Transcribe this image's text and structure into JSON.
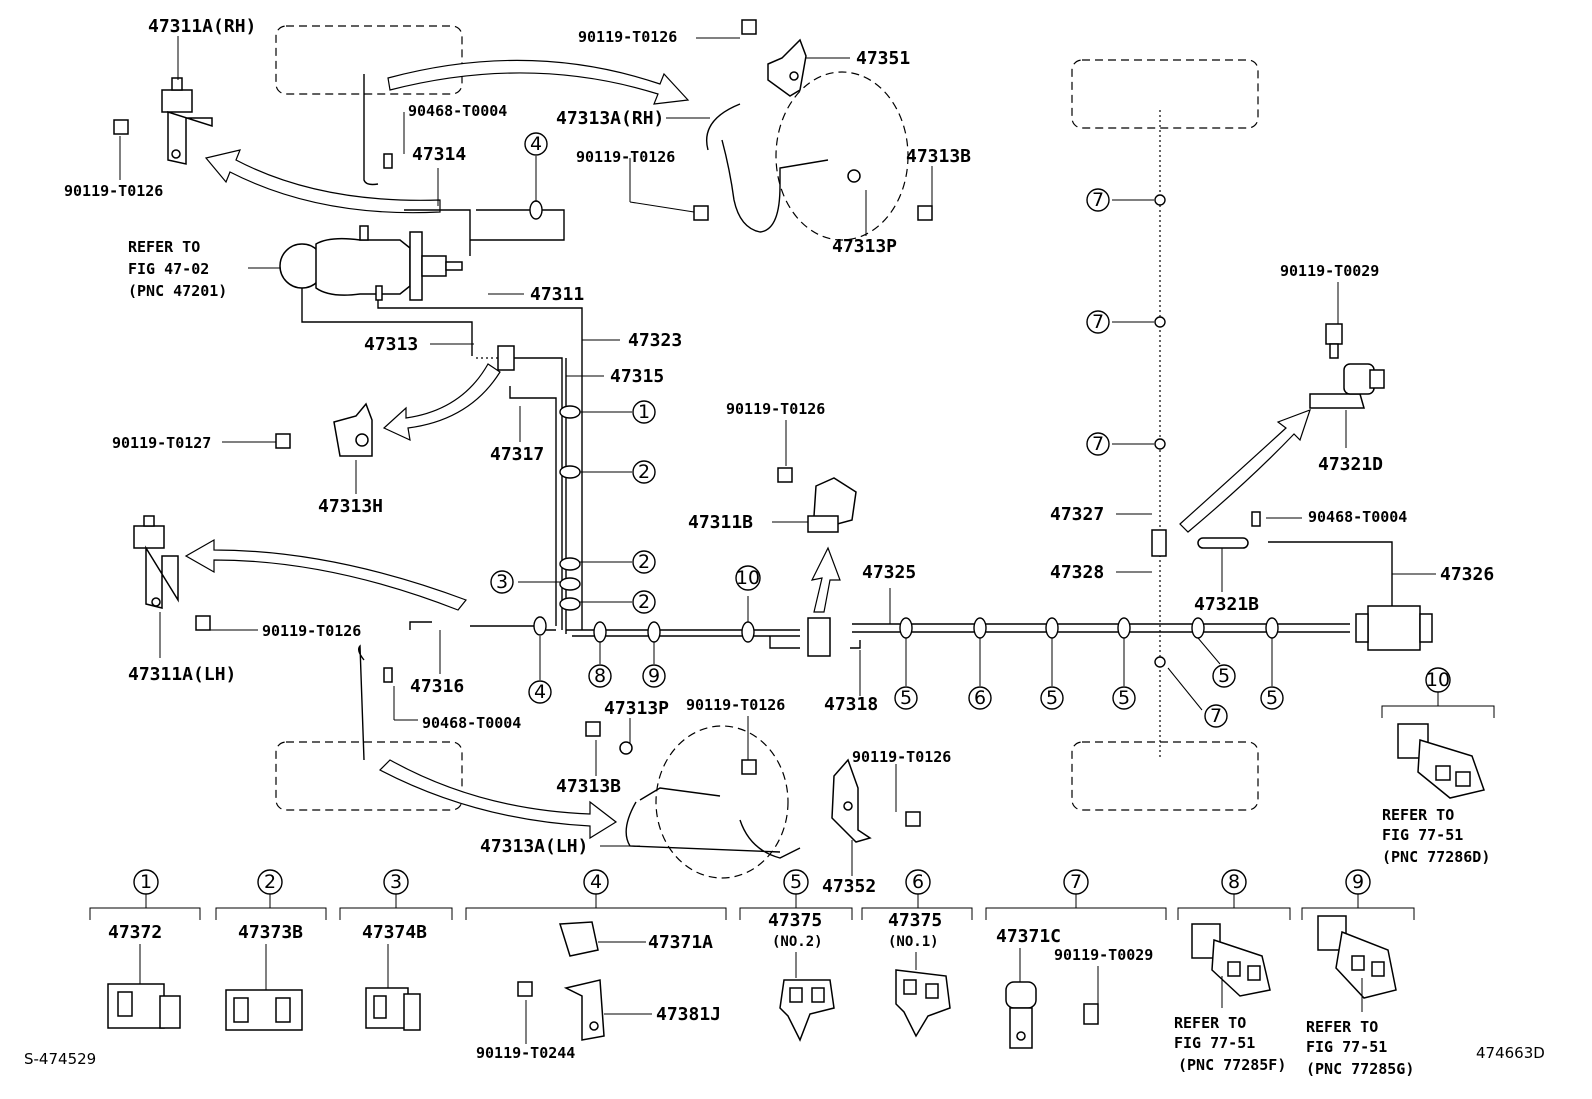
{
  "figure_ids": {
    "left": "S-474529",
    "right": "474663D"
  },
  "parts": [
    "47311A(RH)",
    "90119-T0126",
    "47351",
    "47313A(RH)",
    "90468-T0004",
    "47314",
    "90119-T0126",
    "47313B",
    "47313P",
    "90119-T0126",
    "REFER TO",
    "FIG 47-02",
    "(PNC 47201)",
    "47311",
    "47323",
    "47313",
    "47315",
    "90119-T0127",
    "47317",
    "47313H",
    "90119-T0126",
    "47311B",
    "47327",
    "47328",
    "90119-T0029",
    "47321D",
    "90468-T0004",
    "47325",
    "47326",
    "47321B",
    "90119-T0126",
    "47311A(LH)",
    "47316",
    "90468-T0004",
    "47318",
    "47313P",
    "90119-T0126",
    "90119-T0126",
    "47313B",
    "47313A(LH)",
    "47352",
    "REFER TO",
    "FIG 77-51",
    "(PNC 77286D)"
  ],
  "callouts": [
    "4",
    "1",
    "2",
    "2",
    "3",
    "2",
    "4",
    "8",
    "9",
    "10",
    "5",
    "6",
    "5",
    "5",
    "5",
    "5",
    "7",
    "7",
    "7",
    "7",
    "10"
  ],
  "legend": [
    {
      "num": "1",
      "part": "47372",
      "sub": ""
    },
    {
      "num": "2",
      "part": "47373B",
      "sub": ""
    },
    {
      "num": "3",
      "part": "47374B",
      "sub": ""
    },
    {
      "num": "4",
      "part": "47371A",
      "sub": "",
      "extra": [
        "47381J",
        "90119-T0244"
      ]
    },
    {
      "num": "5",
      "part": "47375",
      "sub": "(NO.2)"
    },
    {
      "num": "6",
      "part": "47375",
      "sub": "(NO.1)"
    },
    {
      "num": "7",
      "part": "47371C",
      "sub": "",
      "extra": [
        "90119-T0029"
      ]
    },
    {
      "num": "8",
      "part": "REFER TO",
      "sub": "FIG 77-51",
      "note": "(PNC 77285F)"
    },
    {
      "num": "9",
      "part": "REFER TO",
      "sub": "FIG 77-51",
      "note": "(PNC 77285G)"
    }
  ]
}
